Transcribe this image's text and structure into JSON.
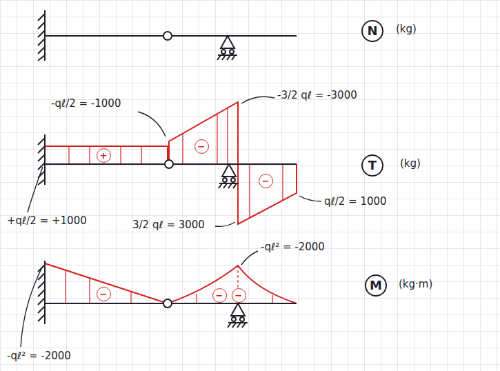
{
  "diagram": {
    "nodes": [
      {
        "text": [
          "N"
        ]
      },
      {
        "text": [
          "T"
        ]
      },
      {
        "text": [
          "M"
        ]
      },
      {
        "text": [
          "+"
        ]
      },
      {
        "text": [
          "−"
        ]
      },
      {
        "text": [
          "−"
        ]
      },
      {
        "text": [
          "−"
        ]
      },
      {
        "text": [
          "−"
        ]
      },
      {
        "text": [
          "−"
        ]
      }
    ],
    "labels": [
      "(kg)",
      "-qℓ/2 = -1000",
      "-3/2 qℓ = -3000",
      "(kg)",
      "+qℓ/2 = +1000",
      "3/2 qℓ = 3000",
      "qℓ/2 = 1000",
      "-qℓ² = -2000",
      "(kg·m)",
      "-qℓ² = -2000"
    ]
  }
}
